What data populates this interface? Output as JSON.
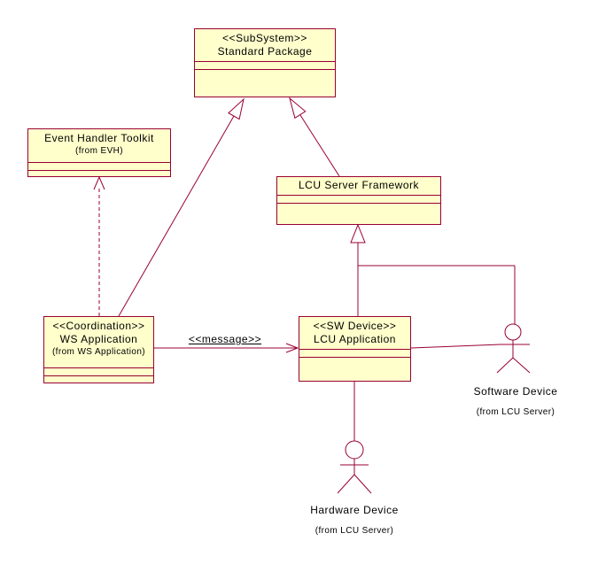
{
  "colors": {
    "node_fill": "#FFFFCC",
    "line": "#990033",
    "text": "#000000",
    "background": "#FFFFFF"
  },
  "nodes": {
    "standard_package": {
      "stereotype": "<<SubSystem>>",
      "name": "Standard Package"
    },
    "event_handler_toolkit": {
      "name": "Event Handler Toolkit",
      "origin": "(from EVH)"
    },
    "lcu_server_framework": {
      "name": "LCU Server Framework"
    },
    "ws_application": {
      "stereotype": "<<Coordination>>",
      "name": "WS Application",
      "origin": "(from WS Application)"
    },
    "lcu_application": {
      "stereotype": "<<SW Device>>",
      "name": "LCU Application"
    },
    "software_device": {
      "name": "Software Device",
      "origin": "(from LCU Server)"
    },
    "hardware_device": {
      "name": "Hardware Device",
      "origin": "(from LCU Server)"
    }
  },
  "edges": {
    "message": {
      "label": "<<message>>"
    }
  }
}
